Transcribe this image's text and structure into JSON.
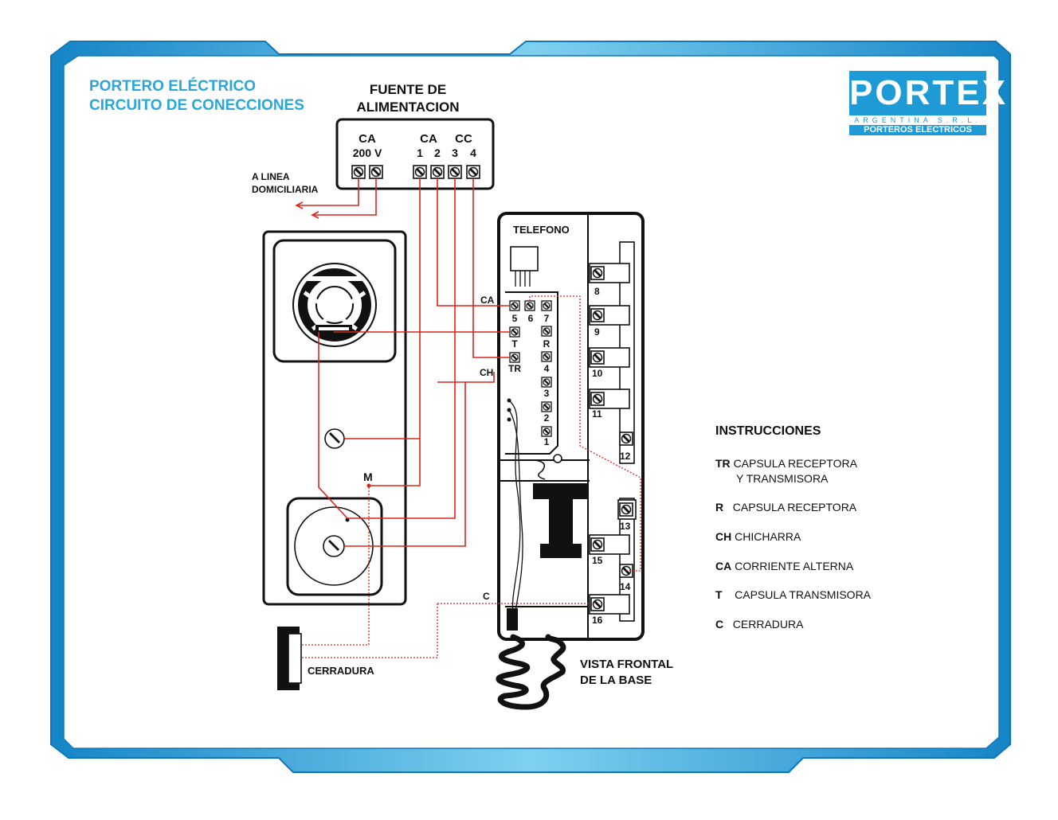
{
  "title": {
    "line1": "PORTERO ELÉCTRICO",
    "line2": "CIRCUITO DE CONECCIONES"
  },
  "logo": {
    "word": "PORTEX",
    "subtitle": "ARGENTINA S.R.L.",
    "bar": "PORTEROS ELECTRICOS"
  },
  "power_supply": {
    "title_line1": "FUENTE DE",
    "title_line2": "ALIMENTACION",
    "ca_label": "CA",
    "ca_voltage": "200 V",
    "ca_out_label": "CA",
    "cc_label": "CC",
    "terminals": [
      "1",
      "2",
      "3",
      "4"
    ]
  },
  "line_label": {
    "line1": "A LINEA",
    "line2": "DOMICILIARIA"
  },
  "phone": {
    "title": "TELEFONO",
    "left_terminals": [
      "5",
      "T",
      "TR"
    ],
    "terminal_6": "6",
    "mid_terminals": [
      "7",
      "R",
      "4",
      "3",
      "2",
      "1"
    ],
    "right_terminals": [
      "8",
      "9",
      "10",
      "11",
      "12",
      "13",
      "15",
      "14",
      "16"
    ],
    "wire_labels": {
      "ca": "CA",
      "ch": "CH",
      "c": "C"
    },
    "caption_line1": "VISTA FRONTAL",
    "caption_line2": "DE LA BASE"
  },
  "door_panel": {
    "m_label": "M"
  },
  "lock_label": "CERRADURA",
  "instructions": {
    "heading": "INSTRUCCIONES",
    "items": [
      {
        "code": "TR",
        "text": "CAPSULA RECEPTORA",
        "text2": "Y TRANSMISORA"
      },
      {
        "code": "R",
        "text": "CAPSULA RECEPTORA"
      },
      {
        "code": "CH",
        "text": "CHICHARRA"
      },
      {
        "code": "CA",
        "text": "CORRIENTE ALTERNA"
      },
      {
        "code": "T",
        "text": "CAPSULA TRANSMISORA"
      },
      {
        "code": "C",
        "text": "CERRADURA"
      }
    ]
  },
  "colors": {
    "frame": "#1e9ad6",
    "frame_light": "#7fd0f0",
    "wire": "#d9261c",
    "ink": "#111111",
    "title": "#2aa6d9"
  }
}
